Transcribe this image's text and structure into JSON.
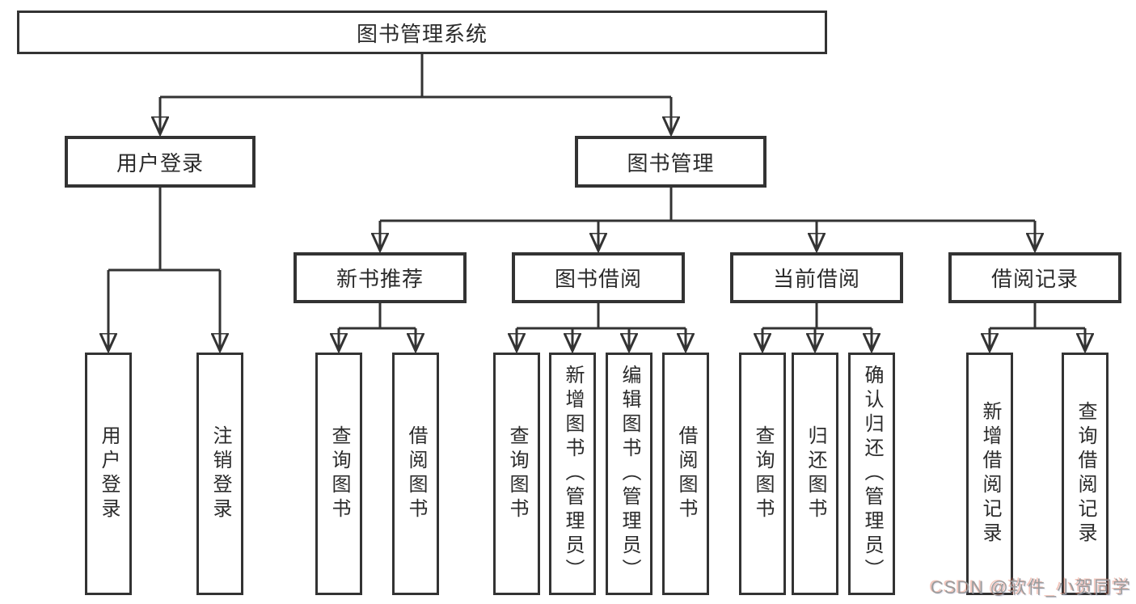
{
  "tree": {
    "root": "图书管理系统",
    "children": [
      {
        "label": "用户登录",
        "children": [
          {
            "label": "用户登录"
          },
          {
            "label": "注销登录"
          }
        ]
      },
      {
        "label": "图书管理",
        "children": [
          {
            "label": "新书推荐",
            "children": [
              {
                "label": "查询图书"
              },
              {
                "label": "借阅图书"
              }
            ]
          },
          {
            "label": "图书借阅",
            "children": [
              {
                "label": "查询图书"
              },
              {
                "label": "新增图书（管理员）"
              },
              {
                "label": "编辑图书（管理员）"
              },
              {
                "label": "借阅图书"
              }
            ]
          },
          {
            "label": "当前借阅",
            "children": [
              {
                "label": "查询图书"
              },
              {
                "label": "归还图书"
              },
              {
                "label": "确认归还（管理员）"
              }
            ]
          },
          {
            "label": "借阅记录",
            "children": [
              {
                "label": "新增借阅记录"
              },
              {
                "label": "查询借阅记录"
              }
            ]
          }
        ]
      }
    ]
  },
  "watermark": "CSDN @软件_小贺同学",
  "colors": {
    "line": "#333333",
    "text": "#2b2b2b",
    "background": "#ffffff",
    "watermark": "#9b9b9b"
  }
}
